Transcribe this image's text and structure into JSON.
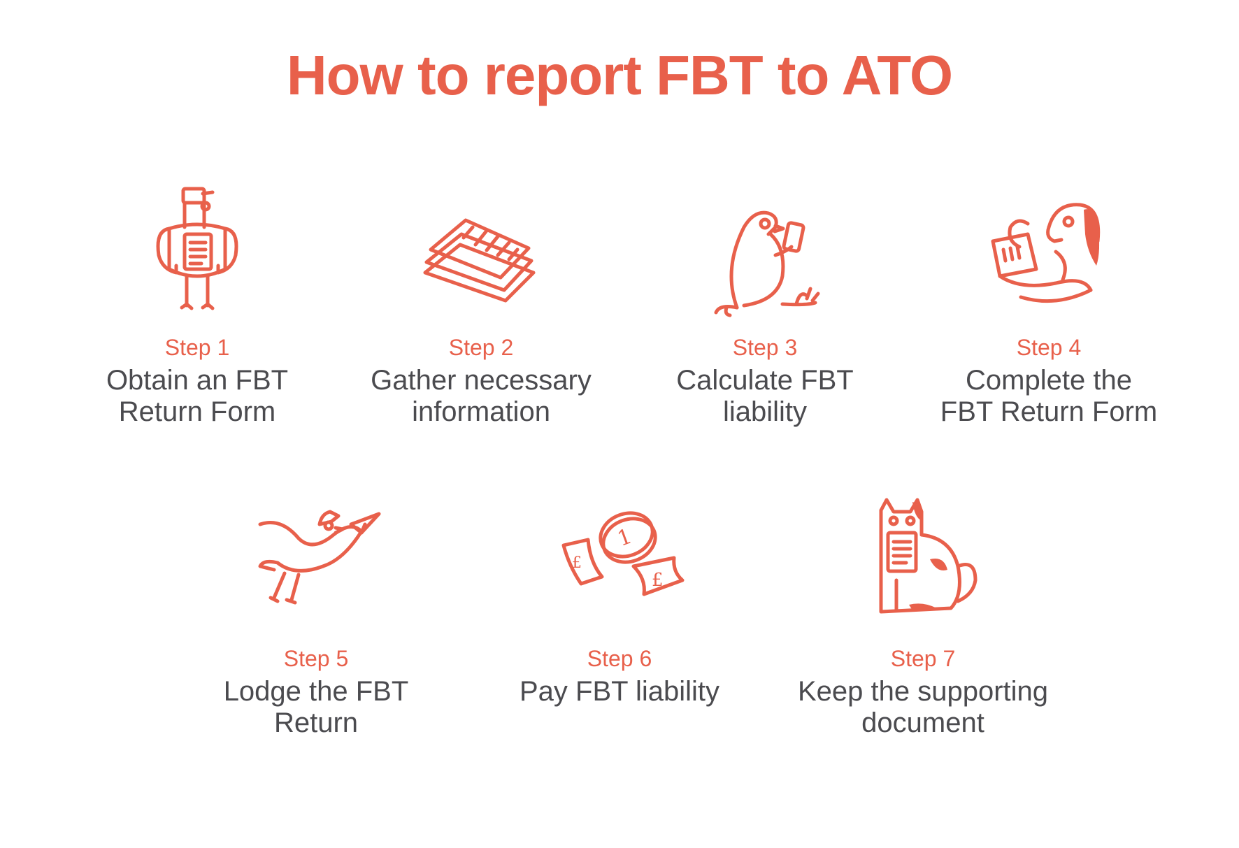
{
  "title": "How to report FBT to ATO",
  "colors": {
    "accent": "#e8604b",
    "text": "#4b4b4f",
    "background": "#ffffff"
  },
  "steps": [
    {
      "step": "Step 1",
      "line1": "Obtain an FBT",
      "line2": "Return Form",
      "icon": "bird-holding-form-icon"
    },
    {
      "step": "Step 2",
      "line1": "Gather necessary",
      "line2": "information",
      "icon": "stack-of-papers-icon"
    },
    {
      "step": "Step 3",
      "line1": "Calculate FBT",
      "line2": "liability",
      "icon": "bird-with-phone-icon"
    },
    {
      "step": "Step 4",
      "line1": "Complete the",
      "line2": "FBT Return Form",
      "icon": "dog-reading-form-icon"
    },
    {
      "step": "Step 5",
      "line1": "Lodge the FBT",
      "line2": "Return",
      "icon": "flying-bird-paper-plane-icon"
    },
    {
      "step": "Step 6",
      "line1": "Pay FBT liability",
      "line2": "",
      "icon": "money-coin-banknotes-icon"
    },
    {
      "step": "Step 7",
      "line1": "Keep the supporting",
      "line2": "document",
      "icon": "cat-holding-document-icon"
    }
  ]
}
